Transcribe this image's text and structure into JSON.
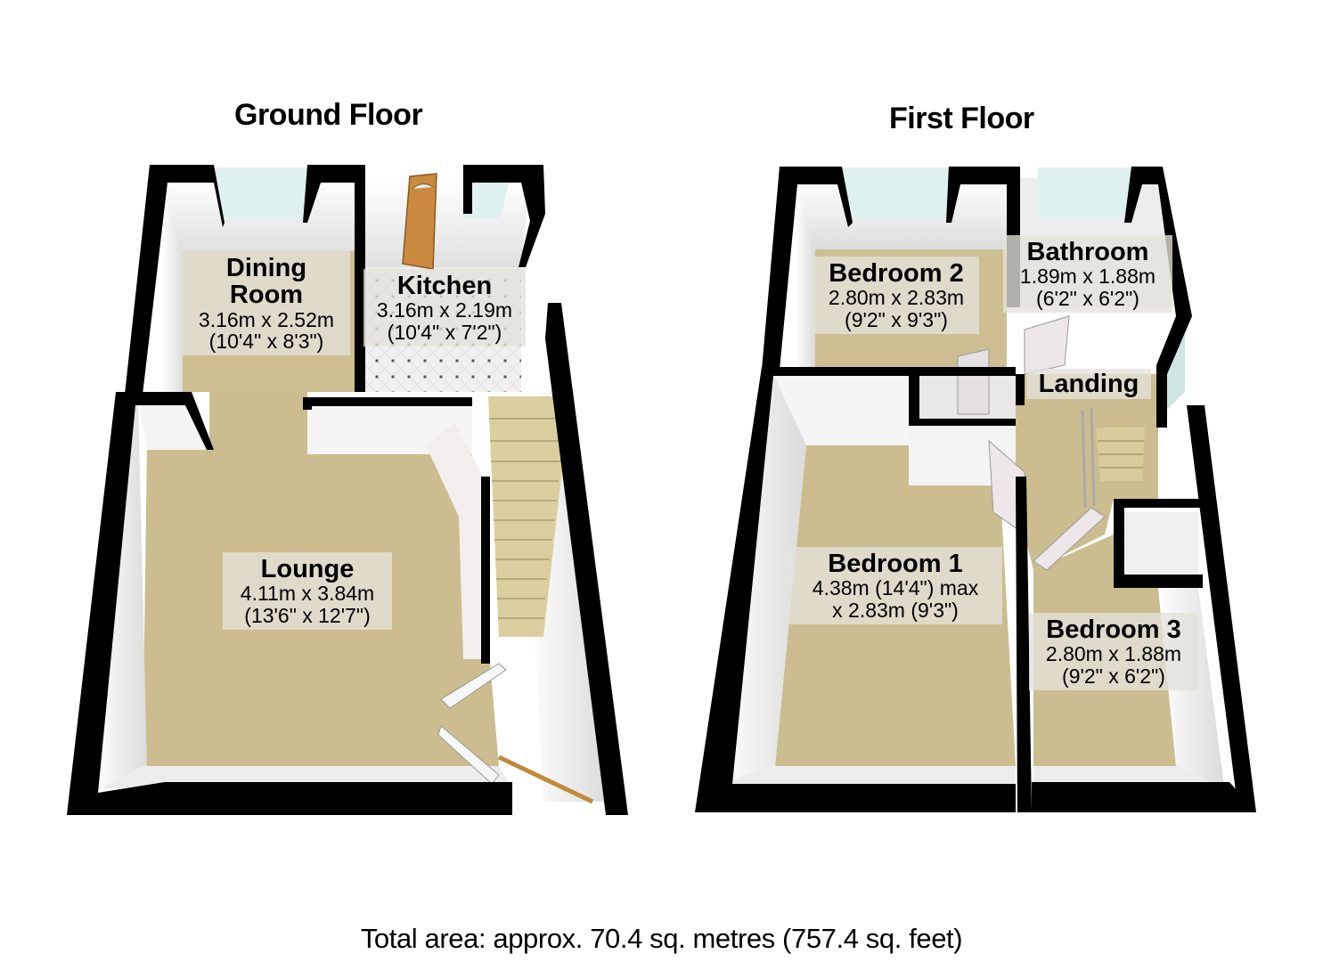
{
  "floors": [
    {
      "title": "Ground Floor",
      "rooms": [
        {
          "name_line1": "Dining",
          "name_line2": "Room",
          "dim_metric": "3.16m x 2.52m",
          "dim_imperial": "(10'4\" x 8'3\")"
        },
        {
          "name": "Kitchen",
          "dim_metric": "3.16m x 2.19m",
          "dim_imperial": "(10'4\" x 7'2\")"
        },
        {
          "name": "Lounge",
          "dim_metric": "4.11m x 3.84m",
          "dim_imperial": "(13'6\" x 12'7\")"
        }
      ]
    },
    {
      "title": "First Floor",
      "rooms": [
        {
          "name": "Bedroom 2",
          "dim_metric": "2.80m x 2.83m",
          "dim_imperial": "(9'2\" x 9'3\")"
        },
        {
          "name": "Bathroom",
          "dim_metric": "1.89m x 1.88m",
          "dim_imperial": "(6'2\" x 6'2\")"
        },
        {
          "name": "Landing"
        },
        {
          "name": "Bedroom 1",
          "dim_line1": "4.38m (14'4\") max",
          "dim_line2": "x 2.83m (9'3\")"
        },
        {
          "name": "Bedroom 3",
          "dim_metric": "2.80m x 1.88m",
          "dim_imperial": "(9'2\" x 6'2\")"
        }
      ]
    }
  ],
  "footer": {
    "total_area": "Total area: approx. 70.4 sq. metres (757.4 sq. feet)"
  },
  "colors": {
    "wall": "#000000",
    "wall_face": "#f2f2f2",
    "carpet": "#cbbd8f",
    "tile": "#eeeeee",
    "stairs": "#e0d3a4",
    "window_glass": "#cfe6e2",
    "door_wood": "#c98a3f",
    "label_bg": "#e4e2da"
  }
}
